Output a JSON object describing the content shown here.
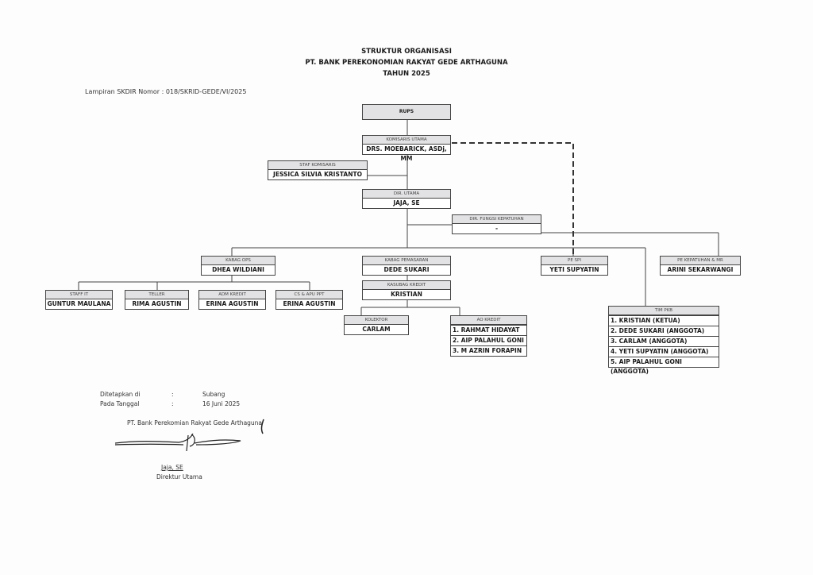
{
  "header": {
    "title_line1": "STRUKTUR ORGANISASI",
    "title_line2": "PT. BANK PEREKONOMIAN RAKYAT GEDE ARTHAGUNA",
    "title_line3": "TAHUN 2025",
    "lampiran": "Lampiran SKDIR Nomor : 018/SKRID-GEDE/VI/2025"
  },
  "org": {
    "rups": "RUPS",
    "komisaris_utama": {
      "role": "KOMISARIS UTAMA",
      "name": "DRS. MOEBARICK, ASDj, MM"
    },
    "staf_komisaris": {
      "role": "STAF KOMISARIS",
      "name": "JESSICA  SILVIA KRISTANTO"
    },
    "dir_utama": {
      "role": "DIR. UTAMA",
      "name": "JAJA, SE"
    },
    "dir_fungsi_kepatuhan": {
      "role": "DIR. FUNGSI KEPATUHAN",
      "name": "-"
    },
    "kabag_ops": {
      "role": "KABAG OPS",
      "name": "DHEA WILDIANI"
    },
    "kabag_pemasaran": {
      "role": "KABAG PEMASARAN",
      "name": "DEDE SUKARI"
    },
    "pe_spi": {
      "role": "PE SPI",
      "name": "YETI SUPYATIN"
    },
    "pe_kepatuhan": {
      "role": "PE KEPATUHAN & MR",
      "name": "ARINI SEKARWANGI"
    },
    "staff_it": {
      "role": "STAFF IT",
      "name": "GUNTUR MAULANA"
    },
    "teller": {
      "role": "TELLER",
      "name": "RIMA AGUSTIN"
    },
    "adm_kredit": {
      "role": "ADM KREDIT",
      "name": "ERINA AGUSTIN"
    },
    "cs_apu": {
      "role": "CS & APU PPT",
      "name": "ERINA AGUSTIN"
    },
    "kasubag_kredit": {
      "role": "KASUBAG KREDIT",
      "name": "KRISTIAN"
    },
    "kolektor": {
      "role": "KOLEKTOR",
      "name": "CARLAM"
    },
    "ao_kredit": {
      "role": "AO KREDIT",
      "members": [
        "1. RAHMAT HIDAYAT",
        "2. AIP PALAHUL GONI",
        "3. M AZRIN FORAPIN"
      ]
    },
    "tim_pkb": {
      "role": "TIM PKB",
      "members": [
        "1. KRISTIAN (KETUA)",
        "2. DEDE SUKARI (ANGGOTA)",
        "3. CARLAM (ANGGOTA)",
        "4. YETI SUPYATIN (ANGGOTA)",
        "5. AIP PALAHUL GONI (ANGGOTA)"
      ]
    }
  },
  "footer": {
    "ditetapkan_label": "Ditetapkan di",
    "ditetapkan_value": "Subang",
    "tanggal_label": "Pada Tanggal",
    "tanggal_value": "16 Juni 2025",
    "colon": ":",
    "company": "PT. Bank Perekomian Rakyat Gede Arthaguna",
    "signer_name": "Jaja, SE",
    "signer_title": "Direktur Utama"
  }
}
